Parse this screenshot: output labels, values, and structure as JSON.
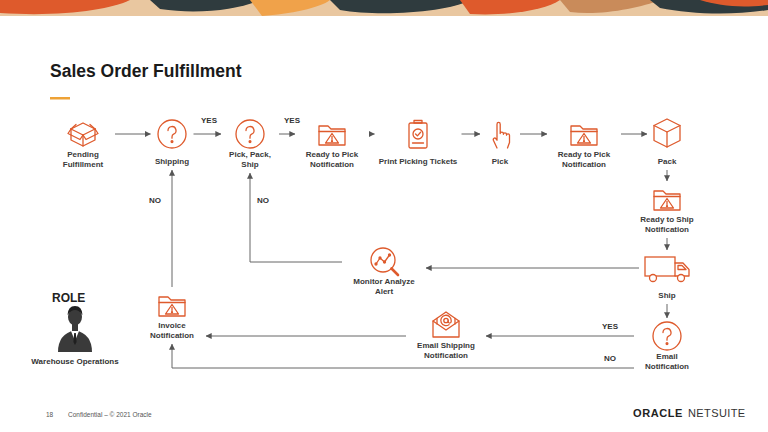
{
  "diagram": {
    "title": "Sales Order Fulfillment",
    "nodes": [
      {
        "text": [
          "Pending Fulfillment"
        ]
      },
      {
        "text": [
          "Shipping"
        ]
      },
      {
        "text": [
          "Pick, Pack, Ship"
        ]
      },
      {
        "text": [
          "Ready to Pick Notification"
        ]
      },
      {
        "text": [
          "Print Picking Tickets"
        ]
      },
      {
        "text": [
          "Pick"
        ]
      },
      {
        "text": [
          "Ready to Pick Notification"
        ]
      },
      {
        "text": [
          "Pack"
        ]
      },
      {
        "text": [
          "Ready to Ship Notification"
        ]
      },
      {
        "text": [
          "Monitor Analyze Alert"
        ]
      },
      {
        "text": [
          "Ship"
        ]
      },
      {
        "text": [
          "Invoice Notification"
        ]
      },
      {
        "text": [
          "Email Shipping Notification"
        ]
      },
      {
        "text": [
          "Email Notification"
        ]
      }
    ],
    "edges": [
      {
        "from": 0,
        "to": 1,
        "arrow": "to"
      },
      {
        "from": 1,
        "to": 2,
        "label": "YES",
        "arrow": "to"
      },
      {
        "from": 2,
        "to": 3,
        "label": "YES",
        "arrow": "to"
      },
      {
        "from": 3,
        "to": 4,
        "arrow": "to"
      },
      {
        "from": 4,
        "to": 5,
        "arrow": "to"
      },
      {
        "from": 5,
        "to": 6,
        "arrow": "to"
      },
      {
        "from": 6,
        "to": 7,
        "arrow": "to"
      },
      {
        "from": 7,
        "to": 8,
        "arrow": "to"
      },
      {
        "from": 8,
        "to": 10,
        "arrow": "to"
      },
      {
        "from": 10,
        "to": 9,
        "arrow": "to"
      },
      {
        "from": 9,
        "to": 2,
        "label": "NO",
        "arrow": "to"
      },
      {
        "from": 10,
        "to": 13,
        "arrow": "to"
      },
      {
        "from": 13,
        "to": 12,
        "label": "YES",
        "arrow": "to"
      },
      {
        "from": 12,
        "to": 11,
        "arrow": "to"
      },
      {
        "from": 13,
        "to": 11,
        "label": "NO",
        "arrow": "to"
      },
      {
        "from": 11,
        "to": 1,
        "label": "NO",
        "arrow": "to"
      }
    ],
    "labels": [
      "ROLE",
      "Warehouse Operations",
      "18",
      "Confidential – © 2021 Oracle",
      "ORACLE",
      "NETSUITE"
    ]
  }
}
